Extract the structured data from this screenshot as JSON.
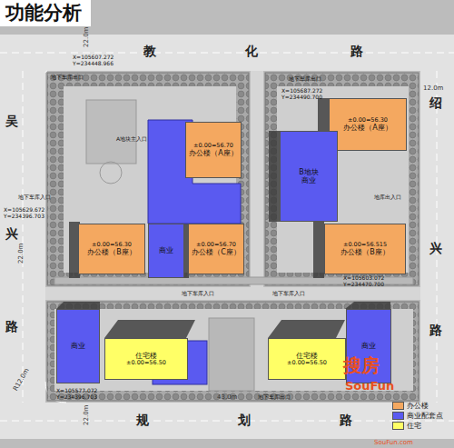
{
  "diagram": {
    "title": "功能分析",
    "nodes": [
      {
        "text": [
          "±0.00=56.70",
          "办公楼（A座）"
        ]
      },
      {
        "text": [
          "商业"
        ]
      },
      {
        "text": [
          "±0.00=56.30",
          "办公楼（B座）"
        ]
      },
      {
        "text": [
          "±0.00=56.70",
          "办公楼（C座）"
        ]
      },
      {
        "text": [
          "±0.00=56.30",
          "办公楼（A座）"
        ]
      },
      {
        "text": [
          "B地块",
          "商业"
        ]
      },
      {
        "text": [
          "±0.00=56.515",
          "办公楼（B座）"
        ]
      },
      {
        "text": [
          "商业"
        ]
      },
      {
        "text": [
          "住宅楼",
          "±0.00=56.50"
        ]
      },
      {
        "text": [
          "住宅楼",
          "±0.00=56.50"
        ]
      },
      {
        "text": [
          "商业"
        ]
      }
    ],
    "edges": [],
    "labels": [
      "教",
      "化",
      "路",
      "规",
      "划",
      "路",
      "吴",
      "兴",
      "路",
      "绍",
      "兴",
      "路",
      "22.0m",
      "12.0m",
      "22.0m",
      "R12.0m",
      "22.0m",
      "43.0m",
      "地下车库出口",
      "地下车库出口",
      "地下车库入口",
      "地下车库入口",
      "地下车库入口",
      "地下车库出口",
      "地库出入口",
      "A地块主入口",
      "X=105607.272",
      "Y=234448.966",
      "X=105687.272",
      "Y=234490.700",
      "X=105629.672",
      "Y=234396.703",
      "X=105603.072",
      "Y=234470.700",
      "X=105577.072",
      "Y=234396.703",
      "搜房",
      "SouFun",
      "SouFun.com"
    ],
    "legend": [
      {
        "text": "办公楼",
        "color": "#f4a860"
      },
      {
        "text": "商业配套点",
        "color": "#5a5af0"
      },
      {
        "text": "住宅",
        "color": "#ffff66"
      }
    ]
  }
}
